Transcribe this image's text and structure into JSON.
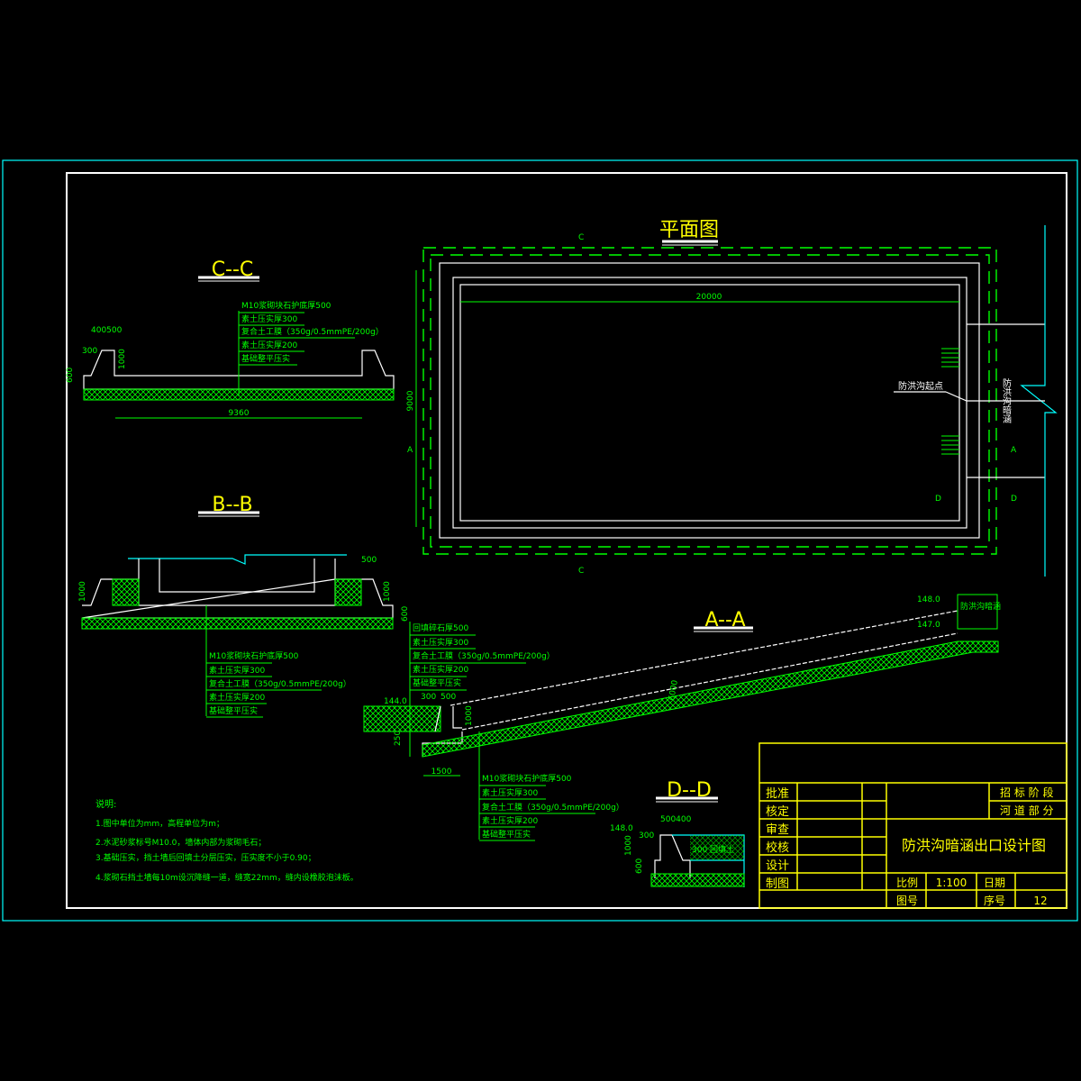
{
  "plan": {
    "title": "平面图",
    "dim_length": "20000",
    "dim_width": "9000",
    "start_label": "防洪沟起点",
    "culvert_label": "防洪沟暗涵",
    "cut_a": "A",
    "cut_c": "C",
    "cut_d": "D"
  },
  "section_cc": {
    "title": "C--C",
    "layers": [
      "M10浆砌块石护底厚500",
      "素土压实厚300",
      "复合土工膜（350g/0.5mmPE/200g）",
      "素土压实厚200",
      "基础整平压实"
    ],
    "dim_top": "400500",
    "dim_300": "300",
    "dim_600": "600",
    "dim_1000": "1000",
    "dim_span": "9360"
  },
  "section_bb": {
    "title": "B--B",
    "layers": [
      "M10浆砌块石护底厚500",
      "素土压实厚300",
      "复合土工膜（350g/0.5mmPE/200g）",
      "素土压实厚200",
      "基础整平压实"
    ],
    "dim_500": "500",
    "dim_1000_left": "1000",
    "dim_1000_right": "1000",
    "dim_600": "600"
  },
  "section_aa": {
    "title": "A--A",
    "layers_top": [
      "回填碎石厚500",
      "素土压实厚300",
      "复合土工膜（350g/0.5mmPE/200g）",
      "素土压实厚200",
      "基础整平压实"
    ],
    "layers_bottom": [
      "M10浆砌块石护底厚500",
      "素土压实厚300",
      "复合土工膜（350g/0.5mmPE/200g）",
      "素土压实厚200",
      "基础整平压实"
    ],
    "elev_144": "144.0",
    "elev_148": "148.0",
    "elev_147": "147.0",
    "dim_300": "300",
    "dim_500": "500",
    "dim_1000": "1000",
    "dim_250": "250",
    "dim_1500": "1500",
    "dim_slope": "6000",
    "culvert_label": "防洪沟暗涵"
  },
  "section_dd": {
    "title": "D--D",
    "dim_top": "500400",
    "dim_300": "300",
    "elev": "148.0",
    "dim_1000": "1000",
    "dim_600": "600",
    "backfill": "300 回填土"
  },
  "notes": {
    "title": "说明:",
    "items": [
      "1.图中单位为mm，高程单位为m；",
      "2.水泥砂浆标号M10.0，墙体内部为浆砌毛石；",
      "3.基础压实，挡土墙后回填土分层压实，压实度不小于0.90；",
      "4.浆砌石挡土墙每10m设沉降缝一道，缝宽22mm，缝内设橡胶泡沫板。"
    ]
  },
  "title_block": {
    "roles": [
      "批准",
      "核定",
      "审查",
      "校核",
      "设计",
      "制图"
    ],
    "stage_label": "招 标    阶 段",
    "part_label": "河 道    部 分",
    "drawing_title": "防洪沟暗涵出口设计图",
    "scale_label": "比例",
    "scale_value": "1:100",
    "date_label": "日期",
    "drawing_no_label": "图号",
    "seq_label": "序号",
    "seq_value": "12"
  },
  "colors": {
    "line": "#00ff00",
    "frame": "#ffffff",
    "border": "#00ffff",
    "title": "#ffff00"
  }
}
